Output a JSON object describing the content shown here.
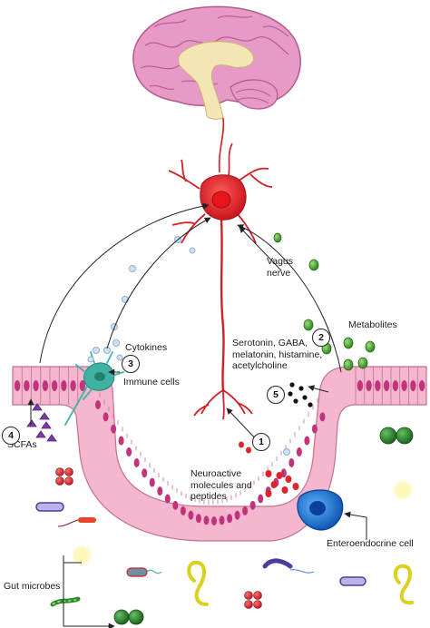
{
  "labels": {
    "vagus_nerve": [
      "Vagus",
      "nerve"
    ],
    "metabolites": "Metabolites",
    "cytokines": "Cytokines",
    "immune_cells": "Immune cells",
    "neurotransmitters": [
      "Serotonin, GABA,",
      "melatonin, histamine,",
      "acetylcholine"
    ],
    "scfas": "SCFAs",
    "neuroactive": [
      "Neuroactive",
      "molecules and",
      "peptides"
    ],
    "enteroendocrine_cell": "Enteroendocrine cell",
    "gut_microbes": "Gut microbes"
  },
  "markers": [
    "1",
    "2",
    "3",
    "4",
    "5"
  ],
  "colors": {
    "brain": "#e79ac6",
    "brain_inner": "#f4e6b4",
    "neuron": "#e8262b",
    "epithelium": "#f4b7cf",
    "nucleus": "#c2347a",
    "immune_cell": "#3fb3a3",
    "metabolite": "#5fae2e",
    "scfa": "#7b3aa5",
    "enteroendocrine": "#1f6fd6",
    "microbe_red": "#c8242e",
    "microbe_green": "#2e8b2e"
  }
}
